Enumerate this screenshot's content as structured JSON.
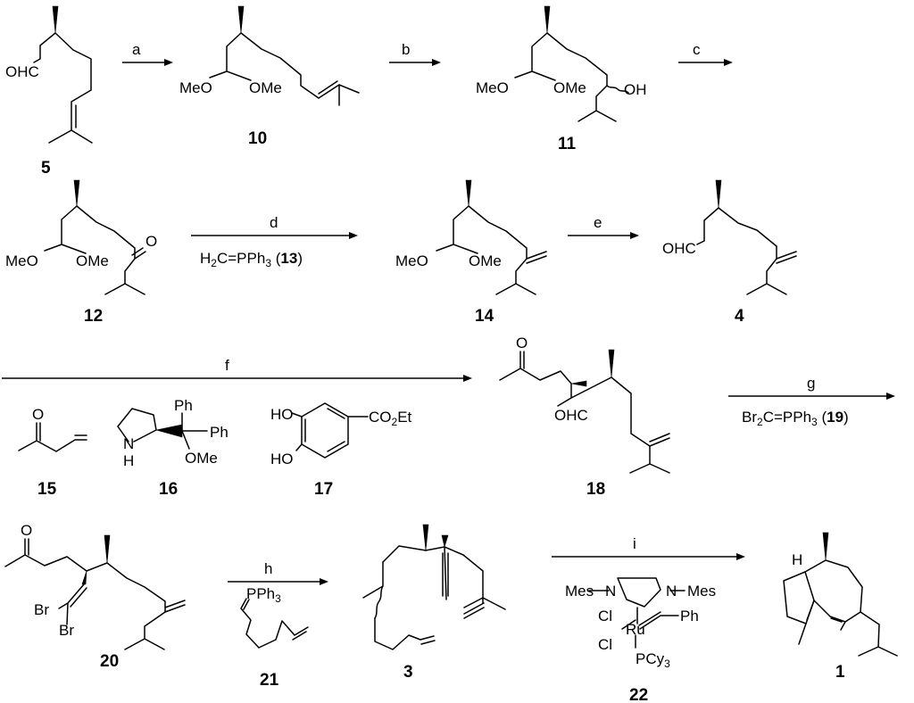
{
  "compounds": {
    "c5": {
      "id": "5",
      "aldehyde": "OHC"
    },
    "c10": {
      "id": "10",
      "ome1": "MeO",
      "ome2": "OMe"
    },
    "c11": {
      "id": "11",
      "ome1": "MeO",
      "ome2": "OMe",
      "oh": "OH"
    },
    "c12": {
      "id": "12",
      "ome1": "MeO",
      "ome2": "OMe",
      "o": "O"
    },
    "c14": {
      "id": "14",
      "ome1": "MeO",
      "ome2": "OMe"
    },
    "c4": {
      "id": "4",
      "aldehyde": "OHC"
    },
    "c15": {
      "id": "15",
      "o": "O"
    },
    "c16": {
      "id": "16",
      "nh": "N",
      "h": "H",
      "ph1": "Ph",
      "ph2": "Ph",
      "ome": "OMe"
    },
    "c17": {
      "id": "17",
      "ho1": "HO",
      "ho2": "HO",
      "ester": "CO",
      "ester_sub": "2",
      "ester_end": "Et"
    },
    "c18": {
      "id": "18",
      "o": "O",
      "aldehyde": "OHC"
    },
    "c20": {
      "id": "20",
      "o": "O",
      "br1": "Br",
      "br2": "Br"
    },
    "c21": {
      "id": "21",
      "ylide": "PPh",
      "ylide_sub": "3"
    },
    "c3": {
      "id": "3"
    },
    "c22": {
      "id": "22",
      "mes1": "Mes",
      "n1": "N",
      "n2": "N",
      "mes2": "Mes",
      "cl1": "Cl",
      "cl2": "Cl",
      "ru": "Ru",
      "ph": "Ph",
      "pcy": "PCy",
      "pcy_sub": "3"
    },
    "c1": {
      "id": "1",
      "h": "H"
    }
  },
  "steps": {
    "a": {
      "label": "a"
    },
    "b": {
      "label": "b"
    },
    "c": {
      "label": "c"
    },
    "d": {
      "label": "d",
      "reagent_a": "H",
      "reagent_sub1": "2",
      "reagent_b": "C=PPh",
      "reagent_sub2": "3",
      "reagent_ref_open": " (",
      "reagent_ref": "13",
      "reagent_ref_close": ")"
    },
    "e": {
      "label": "e"
    },
    "f": {
      "label": "f"
    },
    "g": {
      "label": "g",
      "reagent_a": "Br",
      "reagent_sub1": "2",
      "reagent_b": "C=PPh",
      "reagent_sub2": "3",
      "reagent_ref_open": " (",
      "reagent_ref": "19",
      "reagent_ref_close": ")"
    },
    "h": {
      "label": "h"
    },
    "i": {
      "label": "i"
    }
  }
}
